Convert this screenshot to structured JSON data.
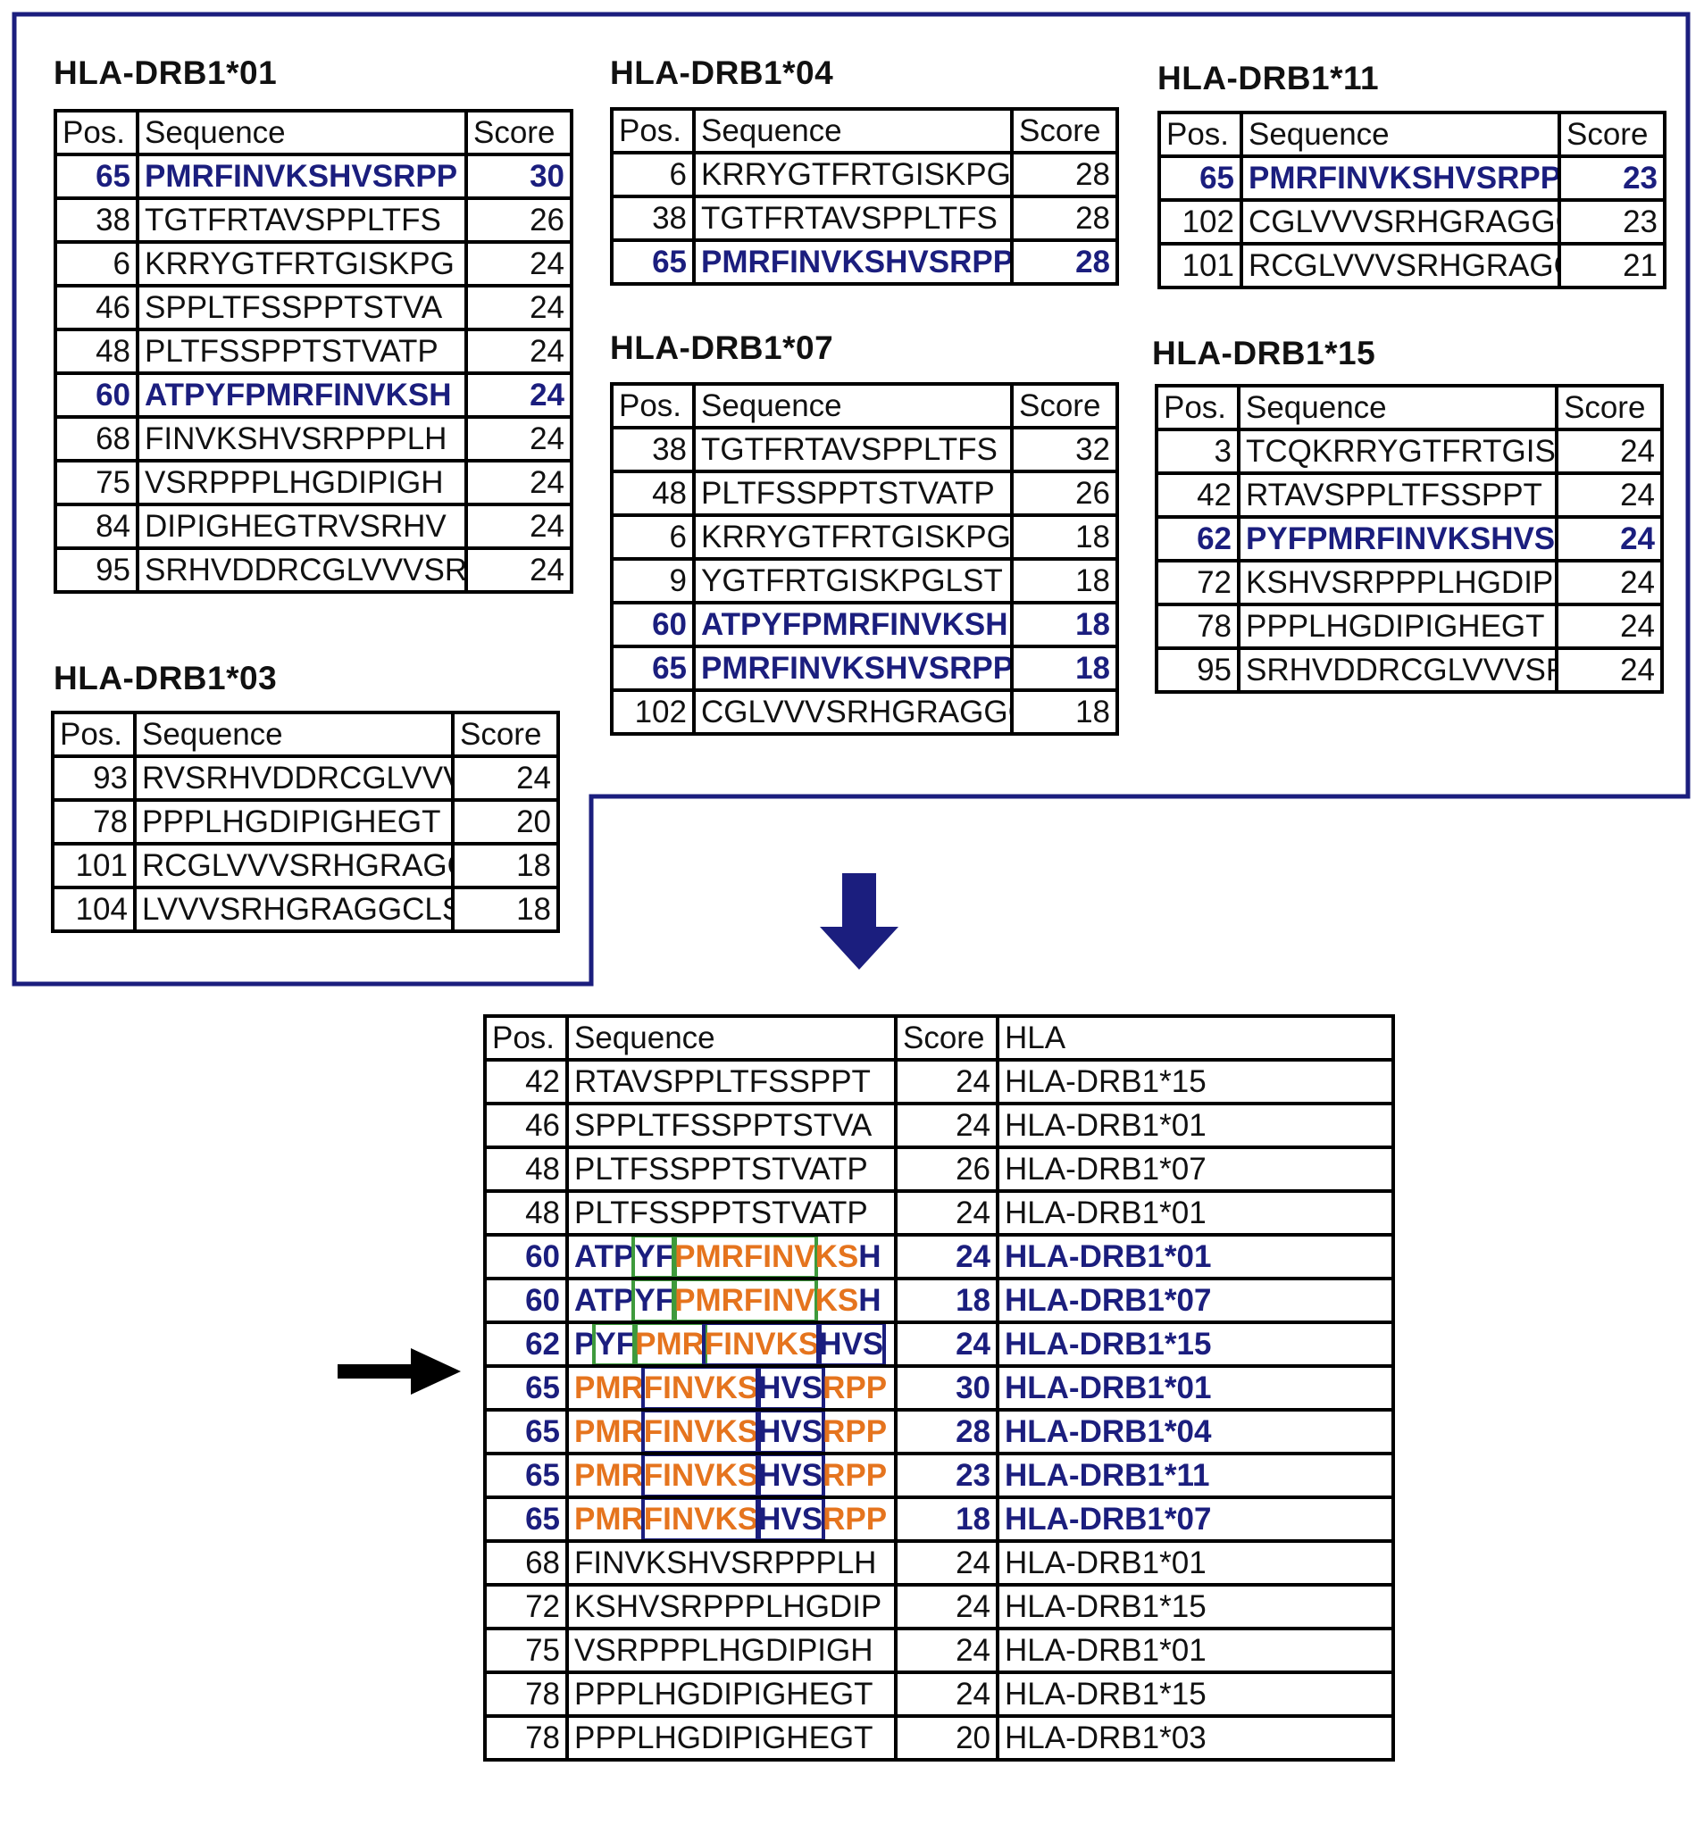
{
  "colors": {
    "highlight": "#1b1e7e",
    "core_orange": "#e5741e",
    "green_box": "#3e9a3c",
    "frame": "#1b1e7e"
  },
  "headers": {
    "pos": "Pos.",
    "sequence": "Sequence",
    "score": "Score",
    "hla": "HLA"
  },
  "alleles": [
    {
      "id": "drb1-01",
      "title": "HLA-DRB1*01",
      "rows": [
        {
          "pos": "65",
          "seq": "PMRFINVKSHVSRPP",
          "score": "30",
          "hl": true
        },
        {
          "pos": "38",
          "seq": "TGTFRTAVSPPLTFS",
          "score": "26",
          "hl": false
        },
        {
          "pos": "6",
          "seq": "KRRYGTFRTGISKPG",
          "score": "24",
          "hl": false
        },
        {
          "pos": "46",
          "seq": "SPPLTFSSPPTSTVA",
          "score": "24",
          "hl": false
        },
        {
          "pos": "48",
          "seq": "PLTFSSPPTSTVATP",
          "score": "24",
          "hl": false
        },
        {
          "pos": "60",
          "seq": "ATPYFPMRFINVKSH",
          "score": "24",
          "hl": true
        },
        {
          "pos": "68",
          "seq": "FINVKSHVSRPPPLH",
          "score": "24",
          "hl": false
        },
        {
          "pos": "75",
          "seq": "VSRPPPLHGDIPIGH",
          "score": "24",
          "hl": false
        },
        {
          "pos": "84",
          "seq": "DIPIGHEGTRVSRHV",
          "score": "24",
          "hl": false
        },
        {
          "pos": "95",
          "seq": "SRHVDDRCGLVVVSR",
          "score": "24",
          "hl": false
        }
      ]
    },
    {
      "id": "drb1-03",
      "title": "HLA-DRB1*03",
      "rows": [
        {
          "pos": "93",
          "seq": "RVSRHVDDRCGLVVV",
          "score": "24",
          "hl": false
        },
        {
          "pos": "78",
          "seq": "PPPLHGDIPIGHEGT",
          "score": "20",
          "hl": false
        },
        {
          "pos": "101",
          "seq": "RCGLVVVSRHGRAGG",
          "score": "18",
          "hl": false
        },
        {
          "pos": "104",
          "seq": "LVVVSRHGRAGGCLS",
          "score": "18",
          "hl": false
        }
      ]
    },
    {
      "id": "drb1-04",
      "title": "HLA-DRB1*04",
      "rows": [
        {
          "pos": "6",
          "seq": "KRRYGTFRTGISKPG",
          "score": "28",
          "hl": false
        },
        {
          "pos": "38",
          "seq": "TGTFRTAVSPPLTFS",
          "score": "28",
          "hl": false
        },
        {
          "pos": "65",
          "seq": "PMRFINVKSHVSRPP",
          "score": "28",
          "hl": true
        }
      ]
    },
    {
      "id": "drb1-07",
      "title": "HLA-DRB1*07",
      "rows": [
        {
          "pos": "38",
          "seq": "TGTFRTAVSPPLTFS",
          "score": "32",
          "hl": false
        },
        {
          "pos": "48",
          "seq": "PLTFSSPPTSTVATP",
          "score": "26",
          "hl": false
        },
        {
          "pos": "6",
          "seq": "KRRYGTFRTGISKPG",
          "score": "18",
          "hl": false
        },
        {
          "pos": "9",
          "seq": "YGTFRTGISKPGLST",
          "score": "18",
          "hl": false
        },
        {
          "pos": "60",
          "seq": "ATPYFPMRFINVKSH",
          "score": "18",
          "hl": true
        },
        {
          "pos": "65",
          "seq": "PMRFINVKSHVSRPP",
          "score": "18",
          "hl": true
        },
        {
          "pos": "102",
          "seq": "CGLVVVSRHGRAGGC",
          "score": "18",
          "hl": false
        }
      ]
    },
    {
      "id": "drb1-11",
      "title": "HLA-DRB1*11",
      "rows": [
        {
          "pos": "65",
          "seq": "PMRFINVKSHVSRPP",
          "score": "23",
          "hl": true
        },
        {
          "pos": "102",
          "seq": "CGLVVVSRHGRAGGC",
          "score": "23",
          "hl": false
        },
        {
          "pos": "101",
          "seq": "RCGLVVVSRHGRAGG",
          "score": "21",
          "hl": false
        }
      ]
    },
    {
      "id": "drb1-15",
      "title": "HLA-DRB1*15",
      "rows": [
        {
          "pos": "3",
          "seq": "TCQKRRYGTFRTGIS",
          "score": "24",
          "hl": false
        },
        {
          "pos": "42",
          "seq": "RTAVSPPLTFSSPPT",
          "score": "24",
          "hl": false
        },
        {
          "pos": "62",
          "seq": "PYFPMRFINVKSHVS",
          "score": "24",
          "hl": true
        },
        {
          "pos": "72",
          "seq": "KSHVSRPPPLHGDIP",
          "score": "24",
          "hl": false
        },
        {
          "pos": "78",
          "seq": "PPPLHGDIPIGHEGT",
          "score": "24",
          "hl": false
        },
        {
          "pos": "95",
          "seq": "SRHVDDRCGLVVVSR",
          "score": "24",
          "hl": false
        }
      ]
    }
  ],
  "merged": {
    "rows": [
      {
        "pos": "42",
        "score": "24",
        "hla": "HLA-DRB1*15",
        "hl": false,
        "segs": [
          {
            "t": "RTAVSPPLTFSSPPT"
          }
        ]
      },
      {
        "pos": "46",
        "score": "24",
        "hla": "HLA-DRB1*01",
        "hl": false,
        "segs": [
          {
            "t": "SPPLTFSSPPTSTVA"
          }
        ]
      },
      {
        "pos": "48",
        "score": "26",
        "hla": "HLA-DRB1*07",
        "hl": false,
        "segs": [
          {
            "t": "PLTFSSPPTSTVATP"
          }
        ]
      },
      {
        "pos": "48",
        "score": "24",
        "hla": "HLA-DRB1*01",
        "hl": false,
        "segs": [
          {
            "t": "PLTFSSPPTSTVATP"
          }
        ]
      },
      {
        "pos": "60",
        "score": "24",
        "hla": "HLA-DRB1*01",
        "hl": true,
        "segs": [
          {
            "t": "ATP",
            "c": "navy"
          },
          {
            "t": "YF",
            "c": "navy",
            "g": true
          },
          {
            "t": "PMRFINV",
            "c": "orange",
            "g": true
          },
          {
            "t": "KS",
            "c": "orange"
          },
          {
            "t": "H",
            "c": "navy"
          }
        ]
      },
      {
        "pos": "60",
        "score": "18",
        "hla": "HLA-DRB1*07",
        "hl": true,
        "segs": [
          {
            "t": "ATP",
            "c": "navy"
          },
          {
            "t": "YF",
            "c": "navy",
            "g": true
          },
          {
            "t": "PMRFINV",
            "c": "orange",
            "g": true
          },
          {
            "t": "KS",
            "c": "orange"
          },
          {
            "t": "H",
            "c": "navy"
          }
        ]
      },
      {
        "pos": "62",
        "score": "24",
        "hla": "HLA-DRB1*15",
        "hl": true,
        "segs": [
          {
            "t": "P",
            "c": "navy"
          },
          {
            "t": "YF",
            "c": "navy",
            "g": true
          },
          {
            "t": "PMR",
            "c": "orange",
            "g": true
          },
          {
            "t": "FINVKS",
            "c": "orange",
            "b": true
          },
          {
            "t": "HVS",
            "c": "navy",
            "b": true
          }
        ]
      },
      {
        "pos": "65",
        "score": "30",
        "hla": "HLA-DRB1*01",
        "hl": true,
        "segs": [
          {
            "t": "PMR",
            "c": "orange"
          },
          {
            "t": "FINVKS",
            "c": "orange",
            "b": true
          },
          {
            "t": "HVS",
            "c": "navy",
            "b": true
          },
          {
            "t": "RPP",
            "c": "orange"
          }
        ]
      },
      {
        "pos": "65",
        "score": "28",
        "hla": "HLA-DRB1*04",
        "hl": true,
        "segs": [
          {
            "t": "PMR",
            "c": "orange"
          },
          {
            "t": "FINVKS",
            "c": "orange",
            "b": true
          },
          {
            "t": "HVS",
            "c": "navy",
            "b": true
          },
          {
            "t": "RPP",
            "c": "orange"
          }
        ]
      },
      {
        "pos": "65",
        "score": "23",
        "hla": "HLA-DRB1*11",
        "hl": true,
        "segs": [
          {
            "t": "PMR",
            "c": "orange"
          },
          {
            "t": "FINVKS",
            "c": "orange",
            "b": true
          },
          {
            "t": "HVS",
            "c": "navy",
            "b": true
          },
          {
            "t": "RPP",
            "c": "orange"
          }
        ]
      },
      {
        "pos": "65",
        "score": "18",
        "hla": "HLA-DRB1*07",
        "hl": true,
        "segs": [
          {
            "t": "PMR",
            "c": "orange"
          },
          {
            "t": "FINVKS",
            "c": "orange",
            "b": true
          },
          {
            "t": "HVS",
            "c": "navy",
            "b": true
          },
          {
            "t": "RPP",
            "c": "orange"
          }
        ]
      },
      {
        "pos": "68",
        "score": "24",
        "hla": "HLA-DRB1*01",
        "hl": false,
        "segs": [
          {
            "t": "FINVKSHVSRPPPLH"
          }
        ]
      },
      {
        "pos": "72",
        "score": "24",
        "hla": "HLA-DRB1*15",
        "hl": false,
        "segs": [
          {
            "t": "KSHVSRPPPLHGDIP"
          }
        ]
      },
      {
        "pos": "75",
        "score": "24",
        "hla": "HLA-DRB1*01",
        "hl": false,
        "segs": [
          {
            "t": "VSRPPPLHGDIPIGH"
          }
        ]
      },
      {
        "pos": "78",
        "score": "24",
        "hla": "HLA-DRB1*15",
        "hl": false,
        "segs": [
          {
            "t": "PPPLHGDIPIGHEGT"
          }
        ]
      },
      {
        "pos": "78",
        "score": "20",
        "hla": "HLA-DRB1*03",
        "hl": false,
        "segs": [
          {
            "t": "PPPLHGDIPIGHEGT"
          }
        ]
      }
    ]
  }
}
